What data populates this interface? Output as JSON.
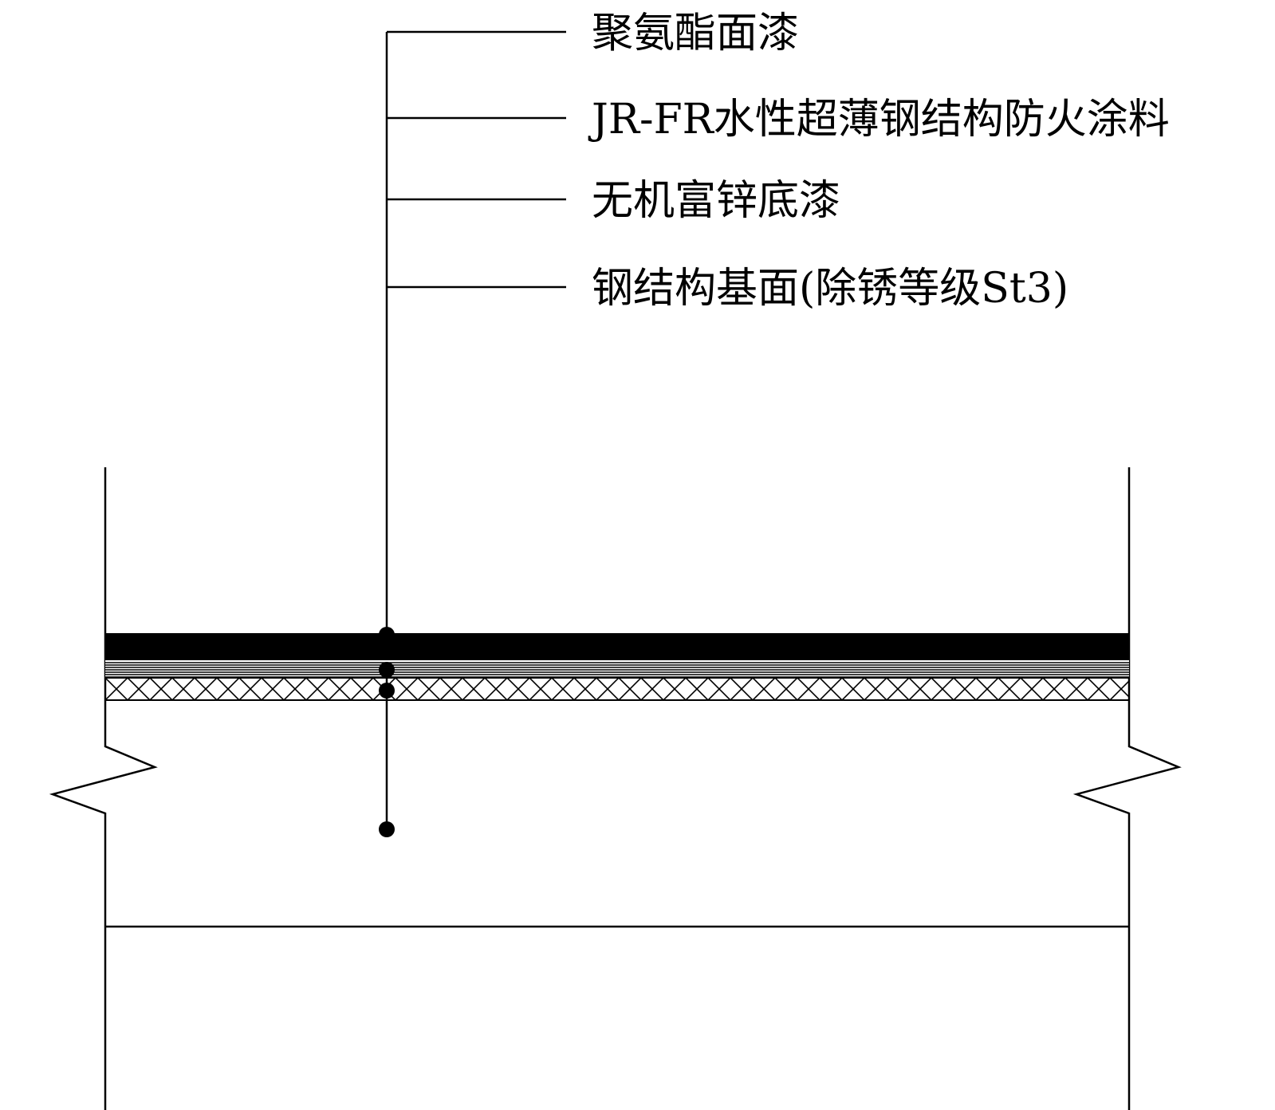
{
  "layers": [
    {
      "label": "聚氨酯面漆"
    },
    {
      "label": "JR-FR水性超薄钢结构防火涂料"
    },
    {
      "label": "无机富锌底漆"
    },
    {
      "label": "钢结构基面(除锈等级St3)"
    }
  ],
  "colors": {
    "line": "#000000",
    "background": "#ffffff"
  }
}
